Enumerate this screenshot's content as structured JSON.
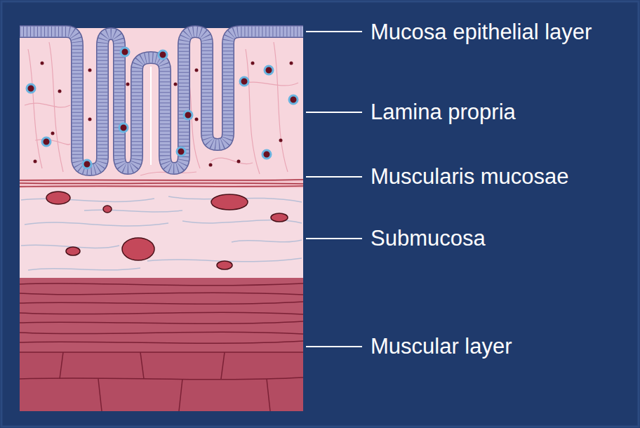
{
  "diagram": {
    "labels": [
      "Mucosa epithelial layer",
      "Lamina propria",
      "Muscularis mucosae",
      "Submucosa",
      "Muscular layer"
    ]
  }
}
